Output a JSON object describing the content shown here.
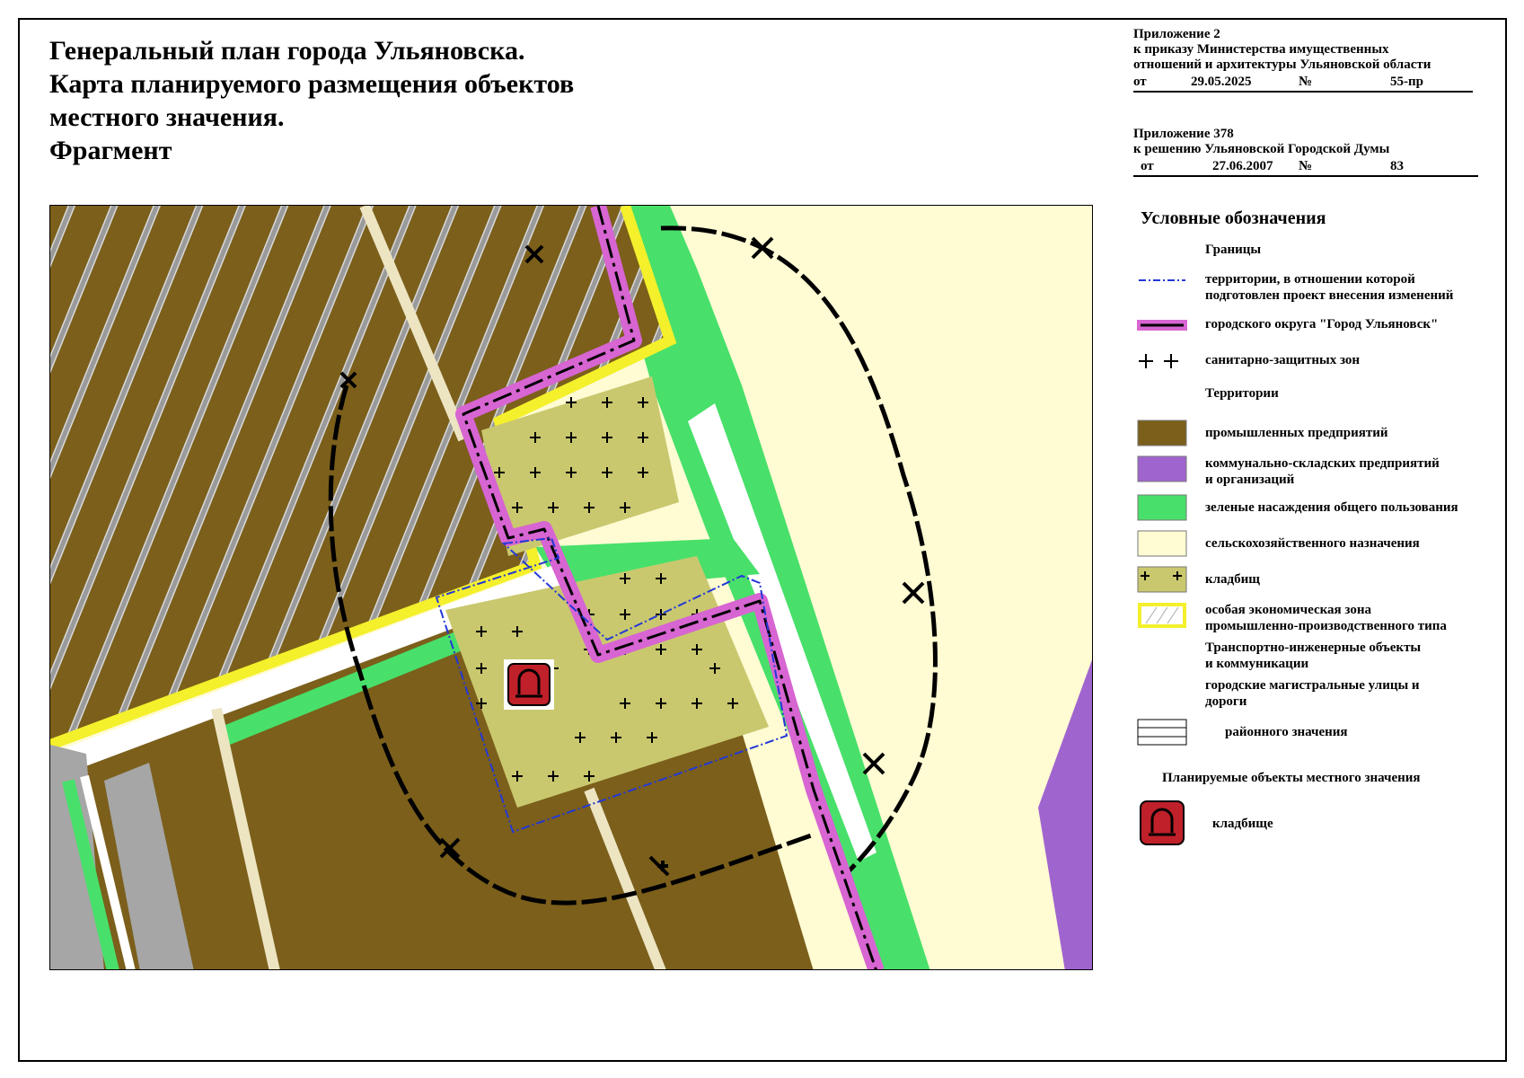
{
  "title": {
    "line1": "Генеральный план города Ульяновска.",
    "line2": "Карта планируемого размещения объектов",
    "line3": "местного значения.",
    "line4": "Фрагмент"
  },
  "approval1": {
    "heading": "Приложение 2",
    "line1": "к приказу Министерства имущественных",
    "line2": "отношений и архитектуры Ульяновской области",
    "date_prefix": "от",
    "date": "29.05.2025",
    "num_prefix": "№",
    "number": "55-пр"
  },
  "approval2": {
    "heading": "Приложение  378",
    "line1": "к решению Ульяновской Городской Думы",
    "date_prefix": "от",
    "date": "27.06.2007",
    "num_prefix": "№",
    "number": "83"
  },
  "legend": {
    "title": "Условные обозначения",
    "boundaries_heading": "Границы",
    "boundary_project_line1": "территории, в отношении которой",
    "boundary_project_line2": "подготовлен проект внесения изменений",
    "boundary_city": "городского округа \"Город Ульяновск\"",
    "boundary_sanitary": "санитарно-защитных зон",
    "territories_heading": "Территории",
    "industrial": "промышленных предприятий",
    "communal_line1": "коммунально-складских предприятий",
    "communal_line2": "и организаций",
    "green": "зеленые насаждения общего пользования",
    "agricultural": "сельскохозяйственного назначения",
    "cemeteries": "кладбищ",
    "sez_line1": "особая экономическая зона",
    "sez_line2": "промышленно-производственного типа",
    "transport_line1": "Транспортно-инженерные объекты",
    "transport_line2": "и коммуникации",
    "roads_line1": "городские магистральные улицы и",
    "roads_line2": "дороги",
    "district_roads": "районного значения",
    "planned_heading": "Планируемые объекты местного значения",
    "cemetery_object": "кладбище"
  },
  "colors": {
    "industrial": "#7b5f1b",
    "communal": "#a064cf",
    "green": "#48e06a",
    "agricultural": "#fffbd3",
    "cemetery": "#c9c86e",
    "sez_border": "#f4f02b",
    "city_boundary": "#d765d2",
    "project_boundary": "#2338d6",
    "cemetery_icon": "#c0202a",
    "road_gray": "#a6a6a6",
    "road_beige": "#ede4c2"
  },
  "icons": {
    "cemetery_object": "cemetery-icon"
  }
}
